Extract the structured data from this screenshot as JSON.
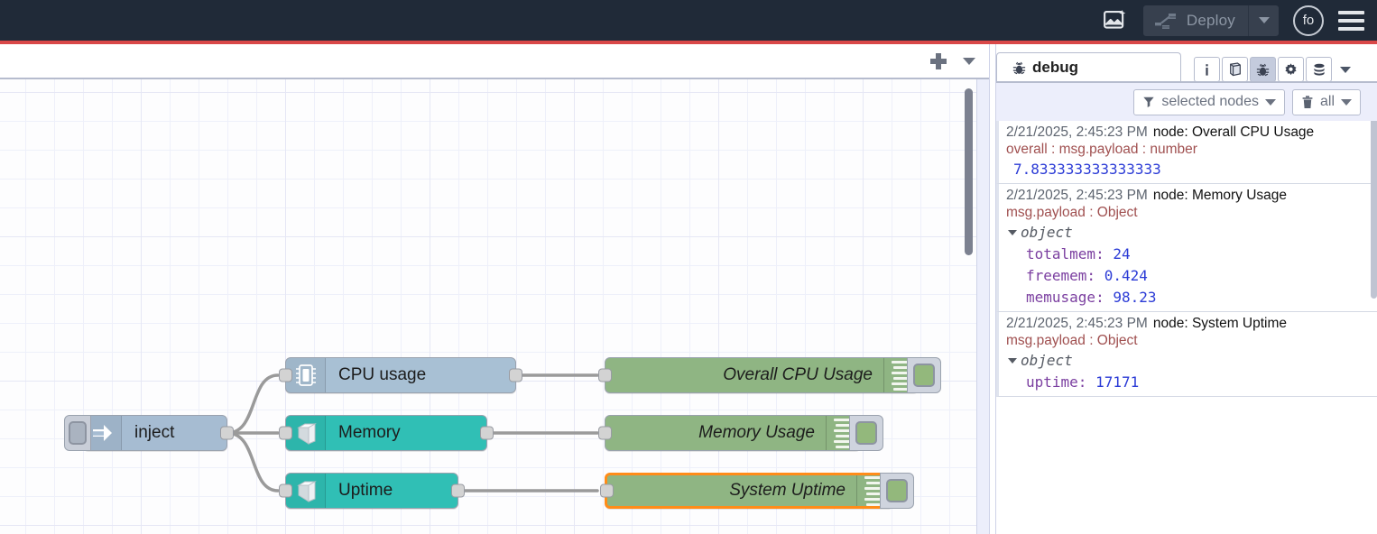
{
  "header": {
    "projects_icon": "image-sparkle-icon",
    "deploy_label": "Deploy",
    "deploy_icon": "deploy-icon",
    "avatar_initials": "fo",
    "menu_icon": "hamburger-menu-icon",
    "accent_color": "#d94848",
    "background_color": "#202a38"
  },
  "workspace": {
    "add_tab_icon": "plus-icon",
    "tab_menu_icon": "chevron-down-icon",
    "nodes": [
      {
        "id": "inject",
        "label": "inject",
        "type": "inject",
        "color": "#a6bcd2",
        "icon": "arrow-right-icon"
      },
      {
        "id": "cpu",
        "label": "CPU usage",
        "type": "cpu",
        "color": "#a8c0d4",
        "icon": "cpu-chip-icon"
      },
      {
        "id": "memory",
        "label": "Memory",
        "type": "os",
        "color": "#30bfb5",
        "icon": "server-cube-icon"
      },
      {
        "id": "uptime",
        "label": "Uptime",
        "type": "os",
        "color": "#30bfb5",
        "icon": "server-cube-icon"
      },
      {
        "id": "dbg-cpu",
        "label": "Overall CPU Usage",
        "type": "debug",
        "color": "#8fb583",
        "icon": "debug-lines-icon",
        "selected": false
      },
      {
        "id": "dbg-mem",
        "label": "Memory Usage",
        "type": "debug",
        "color": "#8fb583",
        "icon": "debug-lines-icon",
        "selected": false
      },
      {
        "id": "dbg-up",
        "label": "System Uptime",
        "type": "debug",
        "color": "#8fb583",
        "icon": "debug-lines-icon",
        "selected": true
      }
    ],
    "selection_color": "#ff8c19"
  },
  "sidebar": {
    "active_tab": "debug",
    "tab_icon": "bug-icon",
    "tools": [
      {
        "name": "info-icon",
        "glyph": "i",
        "active": false
      },
      {
        "name": "library-icon",
        "glyph": "book",
        "active": false
      },
      {
        "name": "debug-icon",
        "glyph": "bug",
        "active": true
      },
      {
        "name": "settings-icon",
        "glyph": "gear",
        "active": false
      },
      {
        "name": "context-icon",
        "glyph": "stack",
        "active": false
      }
    ],
    "tools_caret": "chevron-down-icon",
    "filter": {
      "scope_label": "selected nodes",
      "scope_icon": "filter-funnel-icon",
      "clear_label": "all",
      "clear_icon": "trash-icon"
    },
    "messages": [
      {
        "timestamp": "2/21/2025, 2:45:23 PM",
        "node": "node: Overall CPU Usage",
        "property": "overall : msg.payload : number",
        "kind": "value",
        "value": "7.833333333333333"
      },
      {
        "timestamp": "2/21/2025, 2:45:23 PM",
        "node": "node: Memory Usage",
        "property": "msg.payload : Object",
        "kind": "object",
        "object_label": "object",
        "entries": [
          {
            "key": "totalmem:",
            "value": "24"
          },
          {
            "key": "freemem:",
            "value": "0.424"
          },
          {
            "key": "memusage:",
            "value": "98.23"
          }
        ]
      },
      {
        "timestamp": "2/21/2025, 2:45:23 PM",
        "node": "node: System Uptime",
        "property": "msg.payload : Object",
        "kind": "object",
        "object_label": "object",
        "entries": [
          {
            "key": "uptime:",
            "value": "17171"
          }
        ]
      }
    ]
  }
}
